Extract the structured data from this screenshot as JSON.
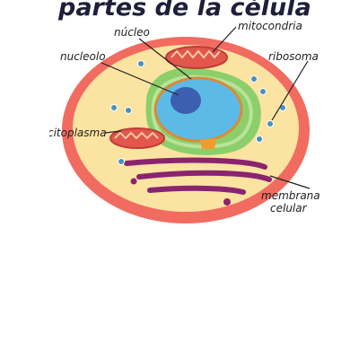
{
  "diagram": {
    "title": "partes de la célula",
    "labels": {
      "nucleo": "núcleo",
      "mitocondria": "mitocondria",
      "nucleolo": "nucleolo",
      "ribosoma": "ribosoma",
      "citoplasma": "citoplasma",
      "membrana_line1": "membrana",
      "membrana_line2": "celular"
    },
    "colors": {
      "membrane": "#f26b60",
      "cytoplasm": "#fbe3a2",
      "er": "#8ccf6a",
      "nucleus": "#5bbbe6",
      "nucleolus": "#3d5fb0",
      "mitochondria": "#e2574c",
      "golgi": "#8a2370",
      "ribosome": "#4a8fc0",
      "centrosome": "#f39a2c"
    }
  }
}
